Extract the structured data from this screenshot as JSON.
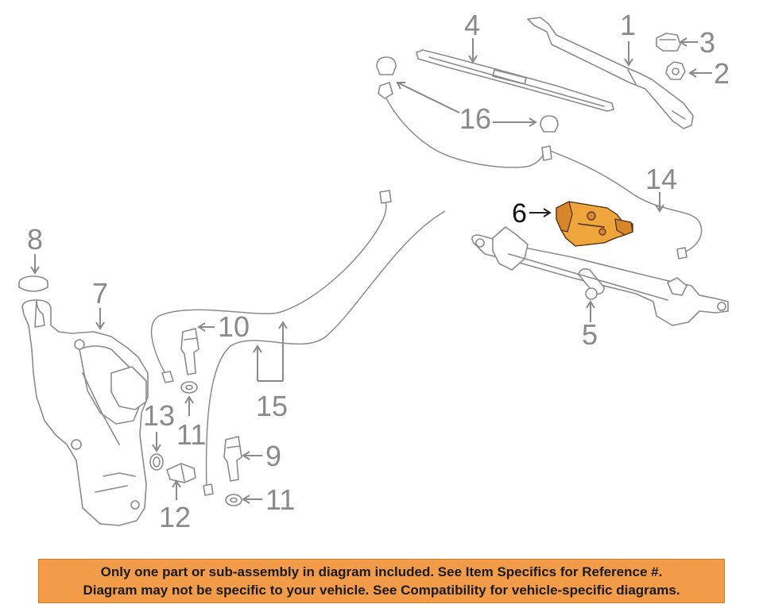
{
  "diagram": {
    "callouts": [
      {
        "id": "1",
        "label": "1"
      },
      {
        "id": "2",
        "label": "2"
      },
      {
        "id": "3",
        "label": "3"
      },
      {
        "id": "4",
        "label": "4"
      },
      {
        "id": "5",
        "label": "5"
      },
      {
        "id": "6",
        "label": "6",
        "highlighted": true
      },
      {
        "id": "7",
        "label": "7"
      },
      {
        "id": "8",
        "label": "8"
      },
      {
        "id": "9",
        "label": "9"
      },
      {
        "id": "10",
        "label": "10"
      },
      {
        "id": "11a",
        "label": "11"
      },
      {
        "id": "11b",
        "label": "11"
      },
      {
        "id": "12",
        "label": "12"
      },
      {
        "id": "13",
        "label": "13"
      },
      {
        "id": "14",
        "label": "14"
      },
      {
        "id": "15",
        "label": "15"
      },
      {
        "id": "16",
        "label": "16"
      }
    ],
    "highlight_color": "#f0a53c",
    "line_color": "#8a8a8a"
  },
  "banner": {
    "line1": "Only one part or sub-assembly in diagram included. See Item Specifics for Reference #.",
    "line2": "Diagram may not be specific to your vehicle. See Compatibility for vehicle-specific diagrams.",
    "background": "#f29b48"
  }
}
